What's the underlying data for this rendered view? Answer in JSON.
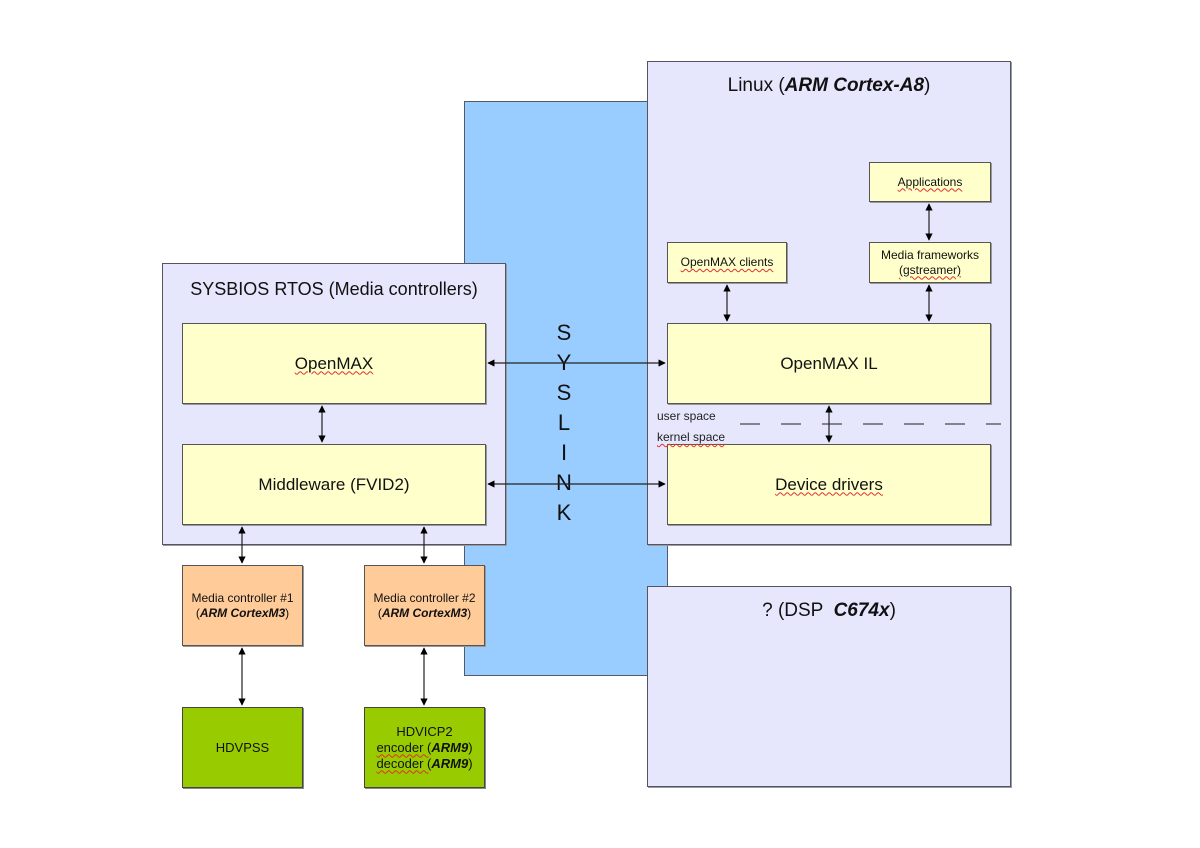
{
  "linux": {
    "title_prefix": "Linux (",
    "title_emph": "ARM Cortex-A8",
    "title_suffix": ")",
    "applications": "Applications",
    "media_frameworks_line1": "Media frameworks",
    "media_frameworks_line2": "(gstreamer)",
    "openmax_clients": "OpenMAX clients",
    "openmax_il": "OpenMAX IL",
    "device_drivers": "Device drivers",
    "user_space": "user space",
    "kernel_space": "kernel space"
  },
  "sysbios": {
    "title": "SYSBIOS RTOS (Media controllers)",
    "openmax": "OpenMAX",
    "middleware": "Middleware (FVID2)"
  },
  "syslink": {
    "letters": [
      "S",
      "Y",
      "S",
      "L",
      "I",
      "N",
      "K"
    ]
  },
  "media_controllers": [
    {
      "line1": "Media controller #1",
      "open": "(",
      "emph": "ARM CortexM3",
      "close": ")"
    },
    {
      "line1": "Media controller #2",
      "open": "(",
      "emph": "ARM CortexM3",
      "close": ")"
    }
  ],
  "hardware": {
    "hdvpss": "HDVPSS",
    "hdvicp2_title": "HDVICP2",
    "encoder_label": "encoder (",
    "encoder_emph": "ARM9",
    "decoder_label": "decoder (",
    "decoder_emph": "ARM9",
    "close": ")"
  },
  "dsp": {
    "title_prefix": "? (DSP  ",
    "title_emph": "C674x",
    "title_suffix": ")"
  },
  "colors": {
    "container": "#e6e6fc",
    "syslink": "#99ccff",
    "component": "#ffffcc",
    "media_controller": "#ffcc99",
    "hardware": "#99cc00"
  }
}
